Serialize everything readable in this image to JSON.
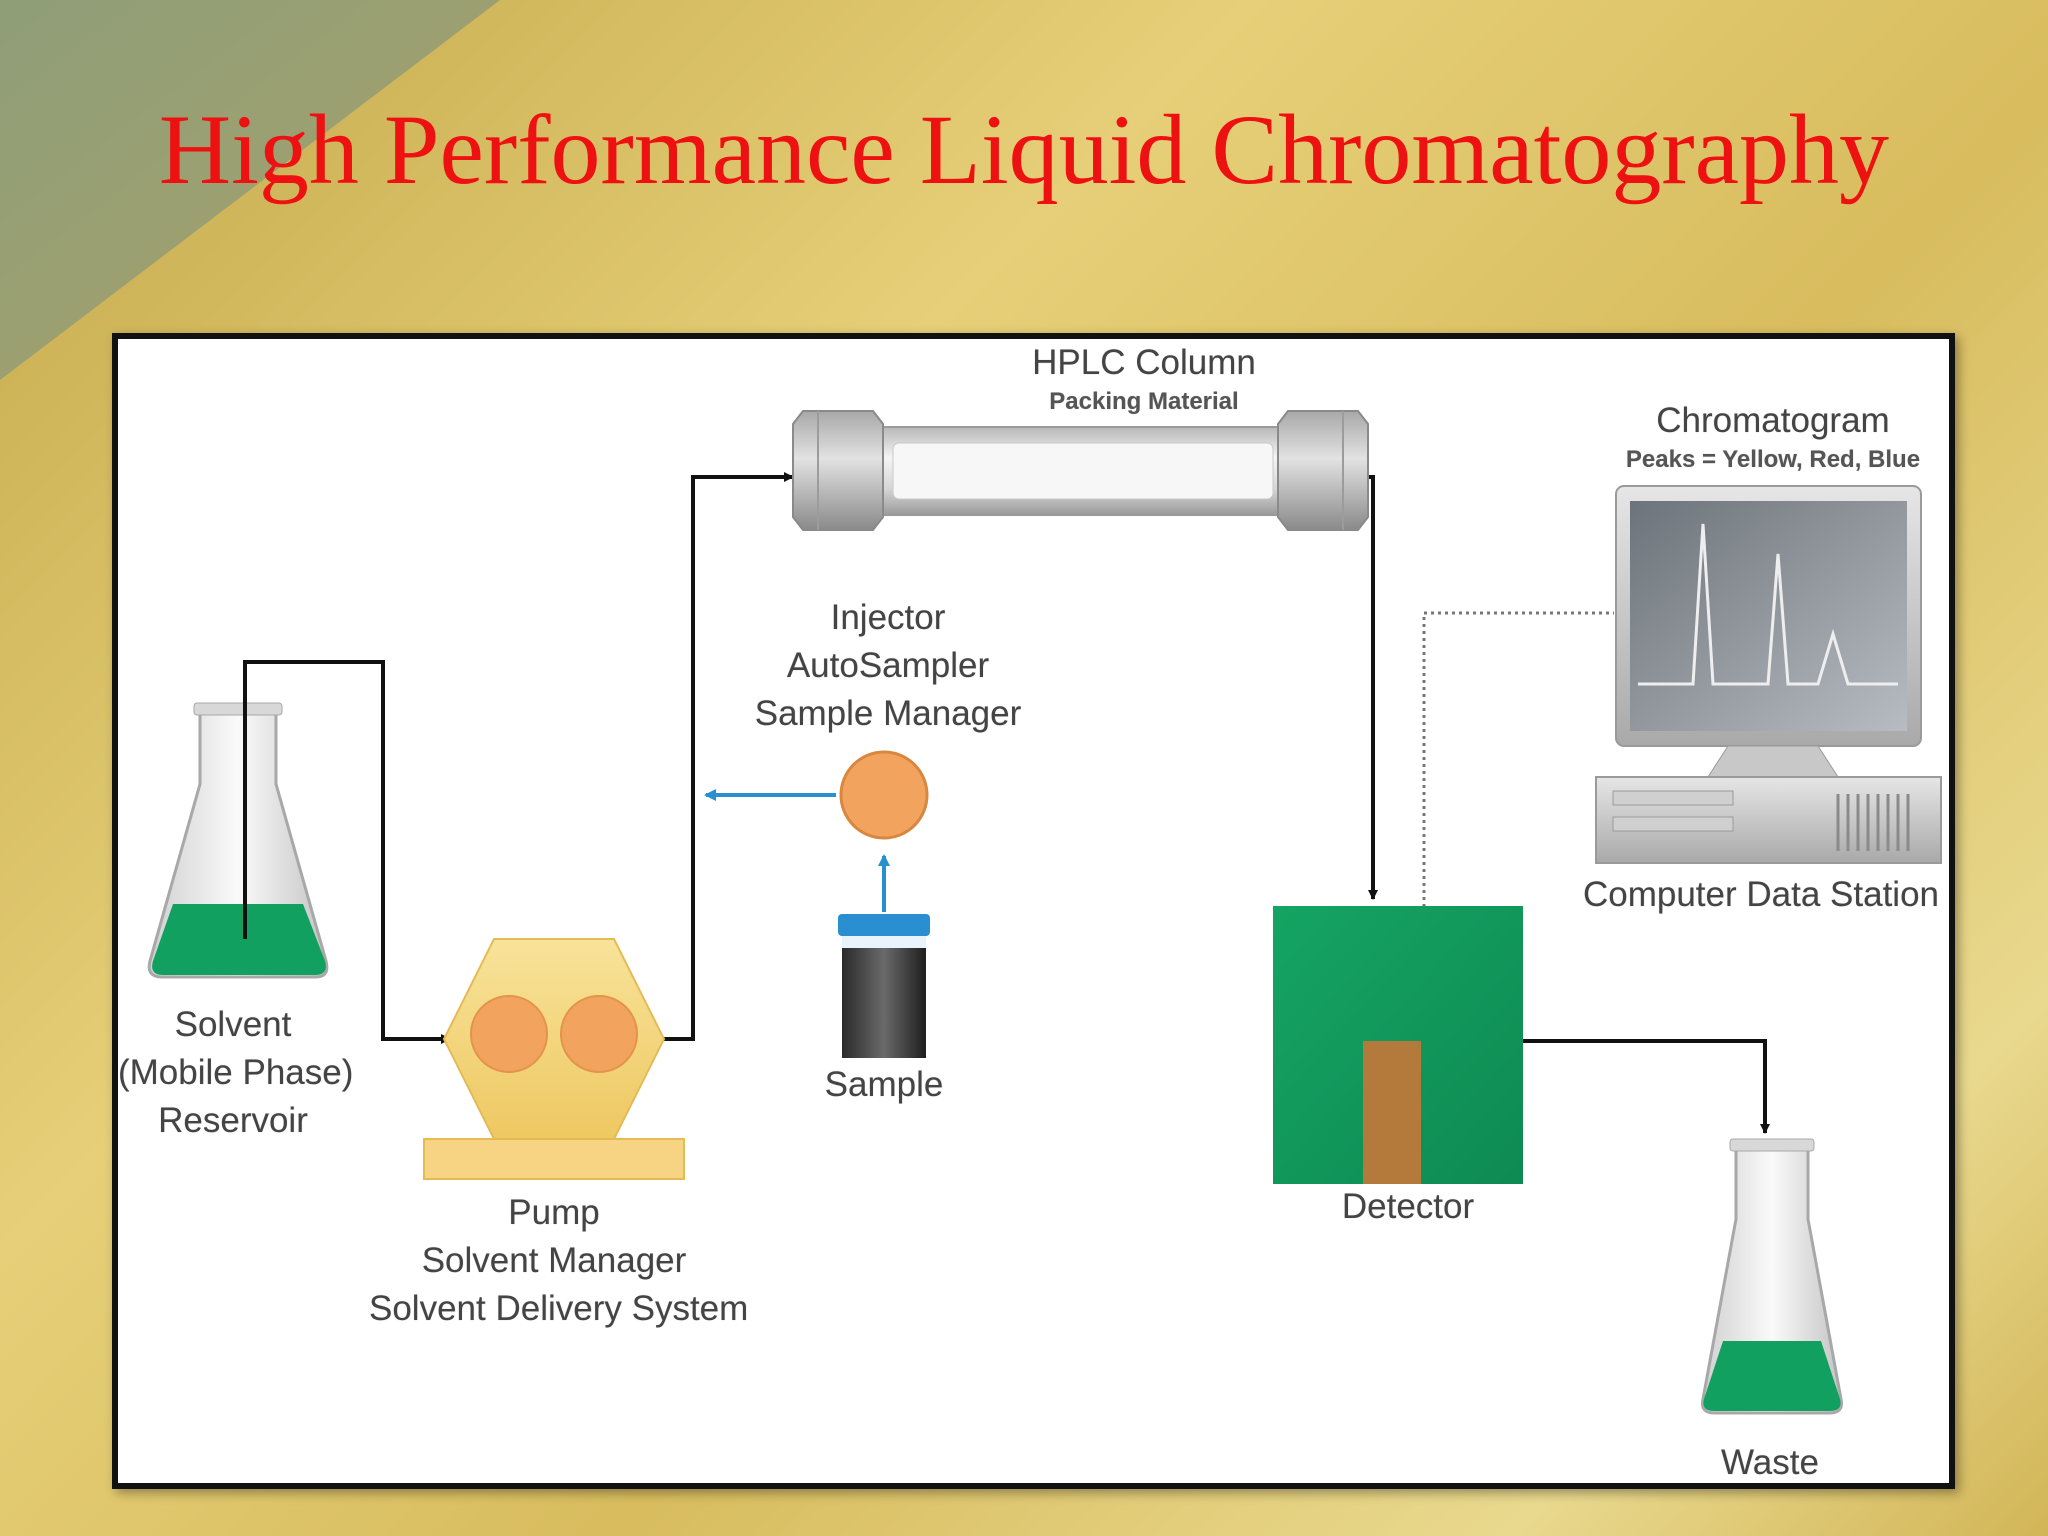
{
  "title": "High Performance Liquid Chromatography",
  "diagram": {
    "column": {
      "title": "HPLC Column",
      "subtitle": "Packing Material"
    },
    "chromatogram": {
      "title": "Chromatogram",
      "subtitle": "Peaks = Yellow, Red, Blue"
    },
    "injector": {
      "line1": "Injector",
      "line2": "AutoSampler",
      "line3": "Sample Manager"
    },
    "solvent": {
      "line1": "Solvent",
      "line2": "(Mobile Phase)",
      "line3": "Reservoir"
    },
    "sample": {
      "label": "Sample"
    },
    "pump": {
      "line1": "Pump",
      "line2": "Solvent Manager",
      "line3": "Solvent Delivery System"
    },
    "detector": {
      "label": "Detector"
    },
    "computer": {
      "label": "Computer Data Station"
    },
    "waste": {
      "label": "Waste"
    }
  },
  "colors": {
    "title": "#ee1111",
    "liquid_green": "#12a060",
    "detector_green": "#129a5c",
    "pump_orange": "#f2a45e",
    "hexagon_gold": "#f4d27a",
    "injector_arrow_blue": "#2a8fd0"
  }
}
